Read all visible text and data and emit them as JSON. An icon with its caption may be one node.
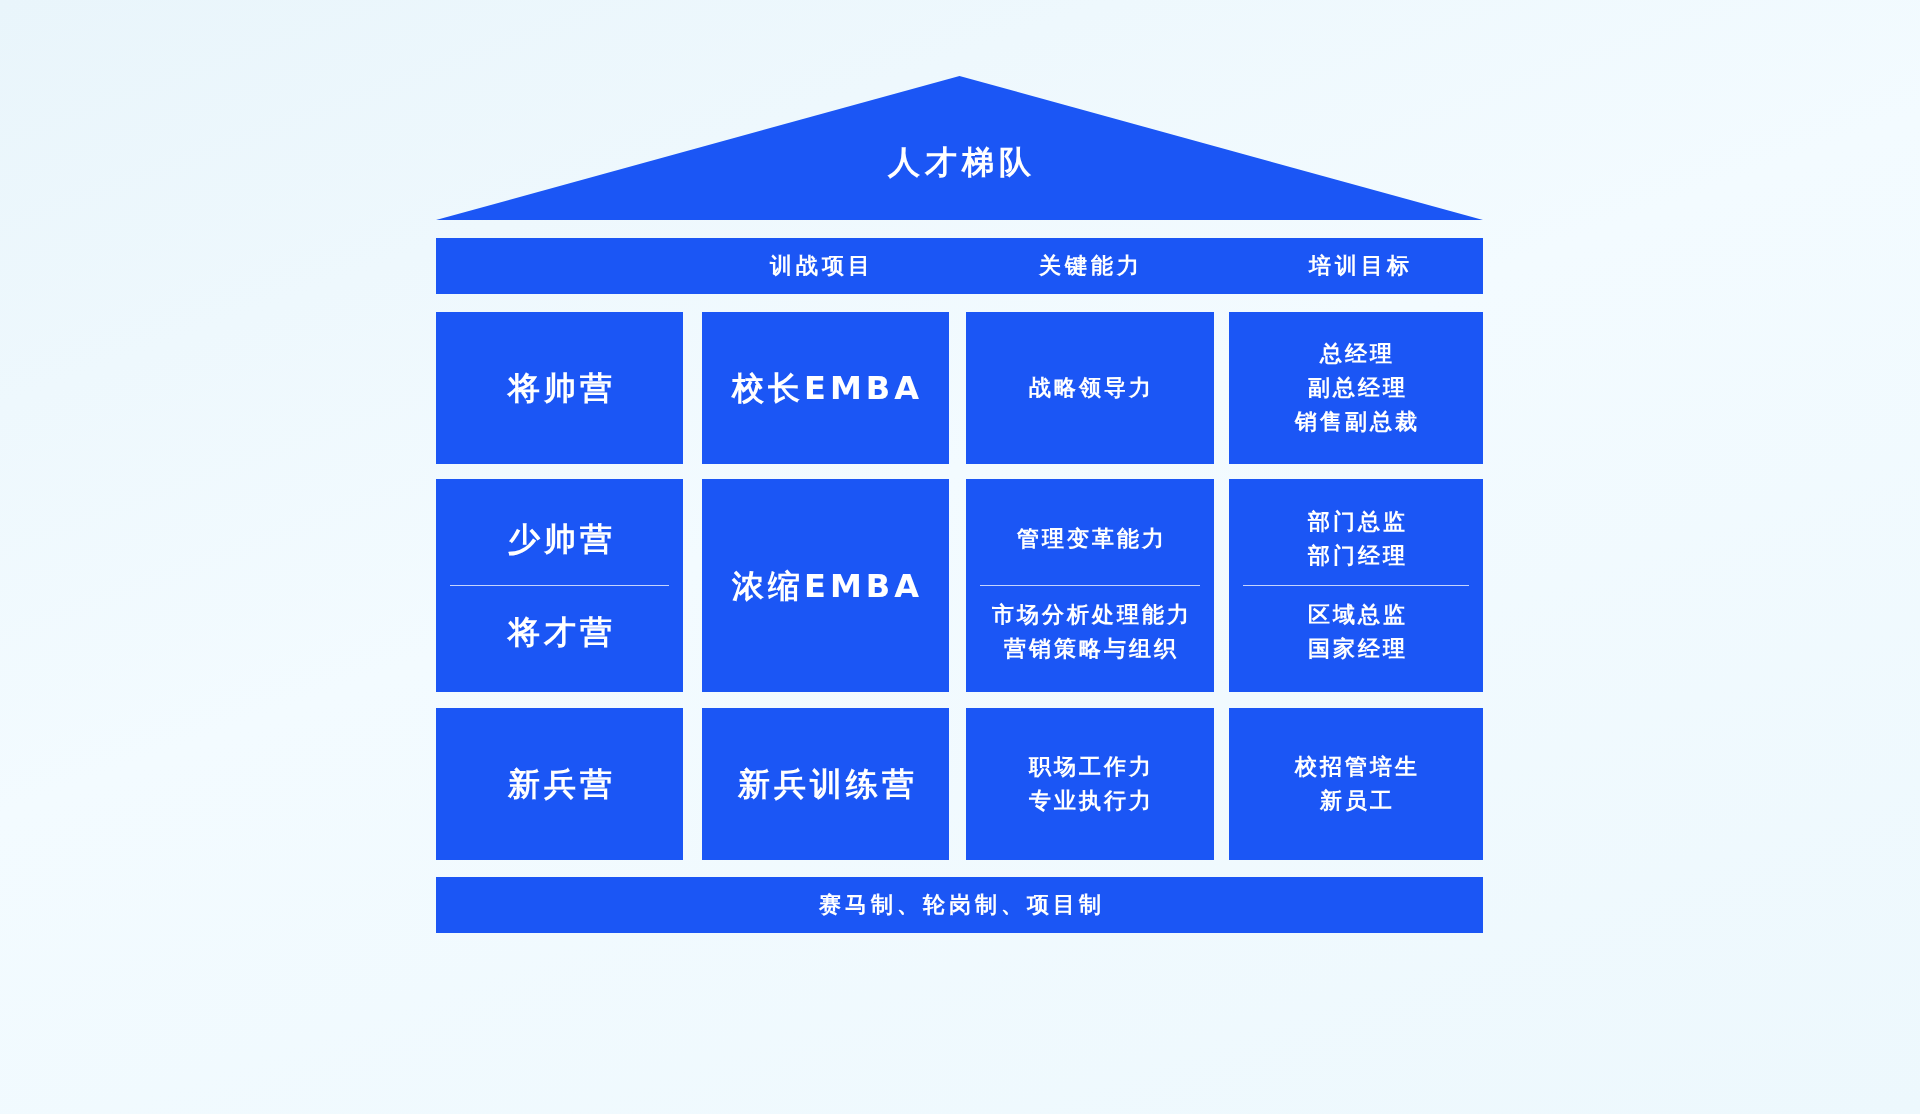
{
  "diagram": {
    "nodes": [
      {
        "text": [
          "人才梯队"
        ]
      },
      {
        "text": [
          "训战项目",
          "关键能力",
          "培训目标"
        ]
      },
      {
        "text": [
          "将帅营"
        ]
      },
      {
        "text": [
          "校长EMBA"
        ]
      },
      {
        "text": [
          "战略领导力"
        ]
      },
      {
        "text": [
          "总经理",
          "副总经理",
          "销售副总裁"
        ]
      },
      {
        "text": [
          "少帅营",
          "将才营"
        ]
      },
      {
        "text": [
          "浓缩EMBA"
        ]
      },
      {
        "text": [
          "管理变革能力",
          "市场分析处理能力",
          "营销策略与组织"
        ]
      },
      {
        "text": [
          "部门总监",
          "部门经理",
          "区域总监",
          "国家经理"
        ]
      },
      {
        "text": [
          "新兵营"
        ]
      },
      {
        "text": [
          "新兵训练营"
        ]
      },
      {
        "text": [
          "职场工作力",
          "专业执行力"
        ]
      },
      {
        "text": [
          "校招管培生",
          "新员工"
        ]
      },
      {
        "text": [
          "赛马制、轮岗制、项目制"
        ]
      }
    ]
  }
}
